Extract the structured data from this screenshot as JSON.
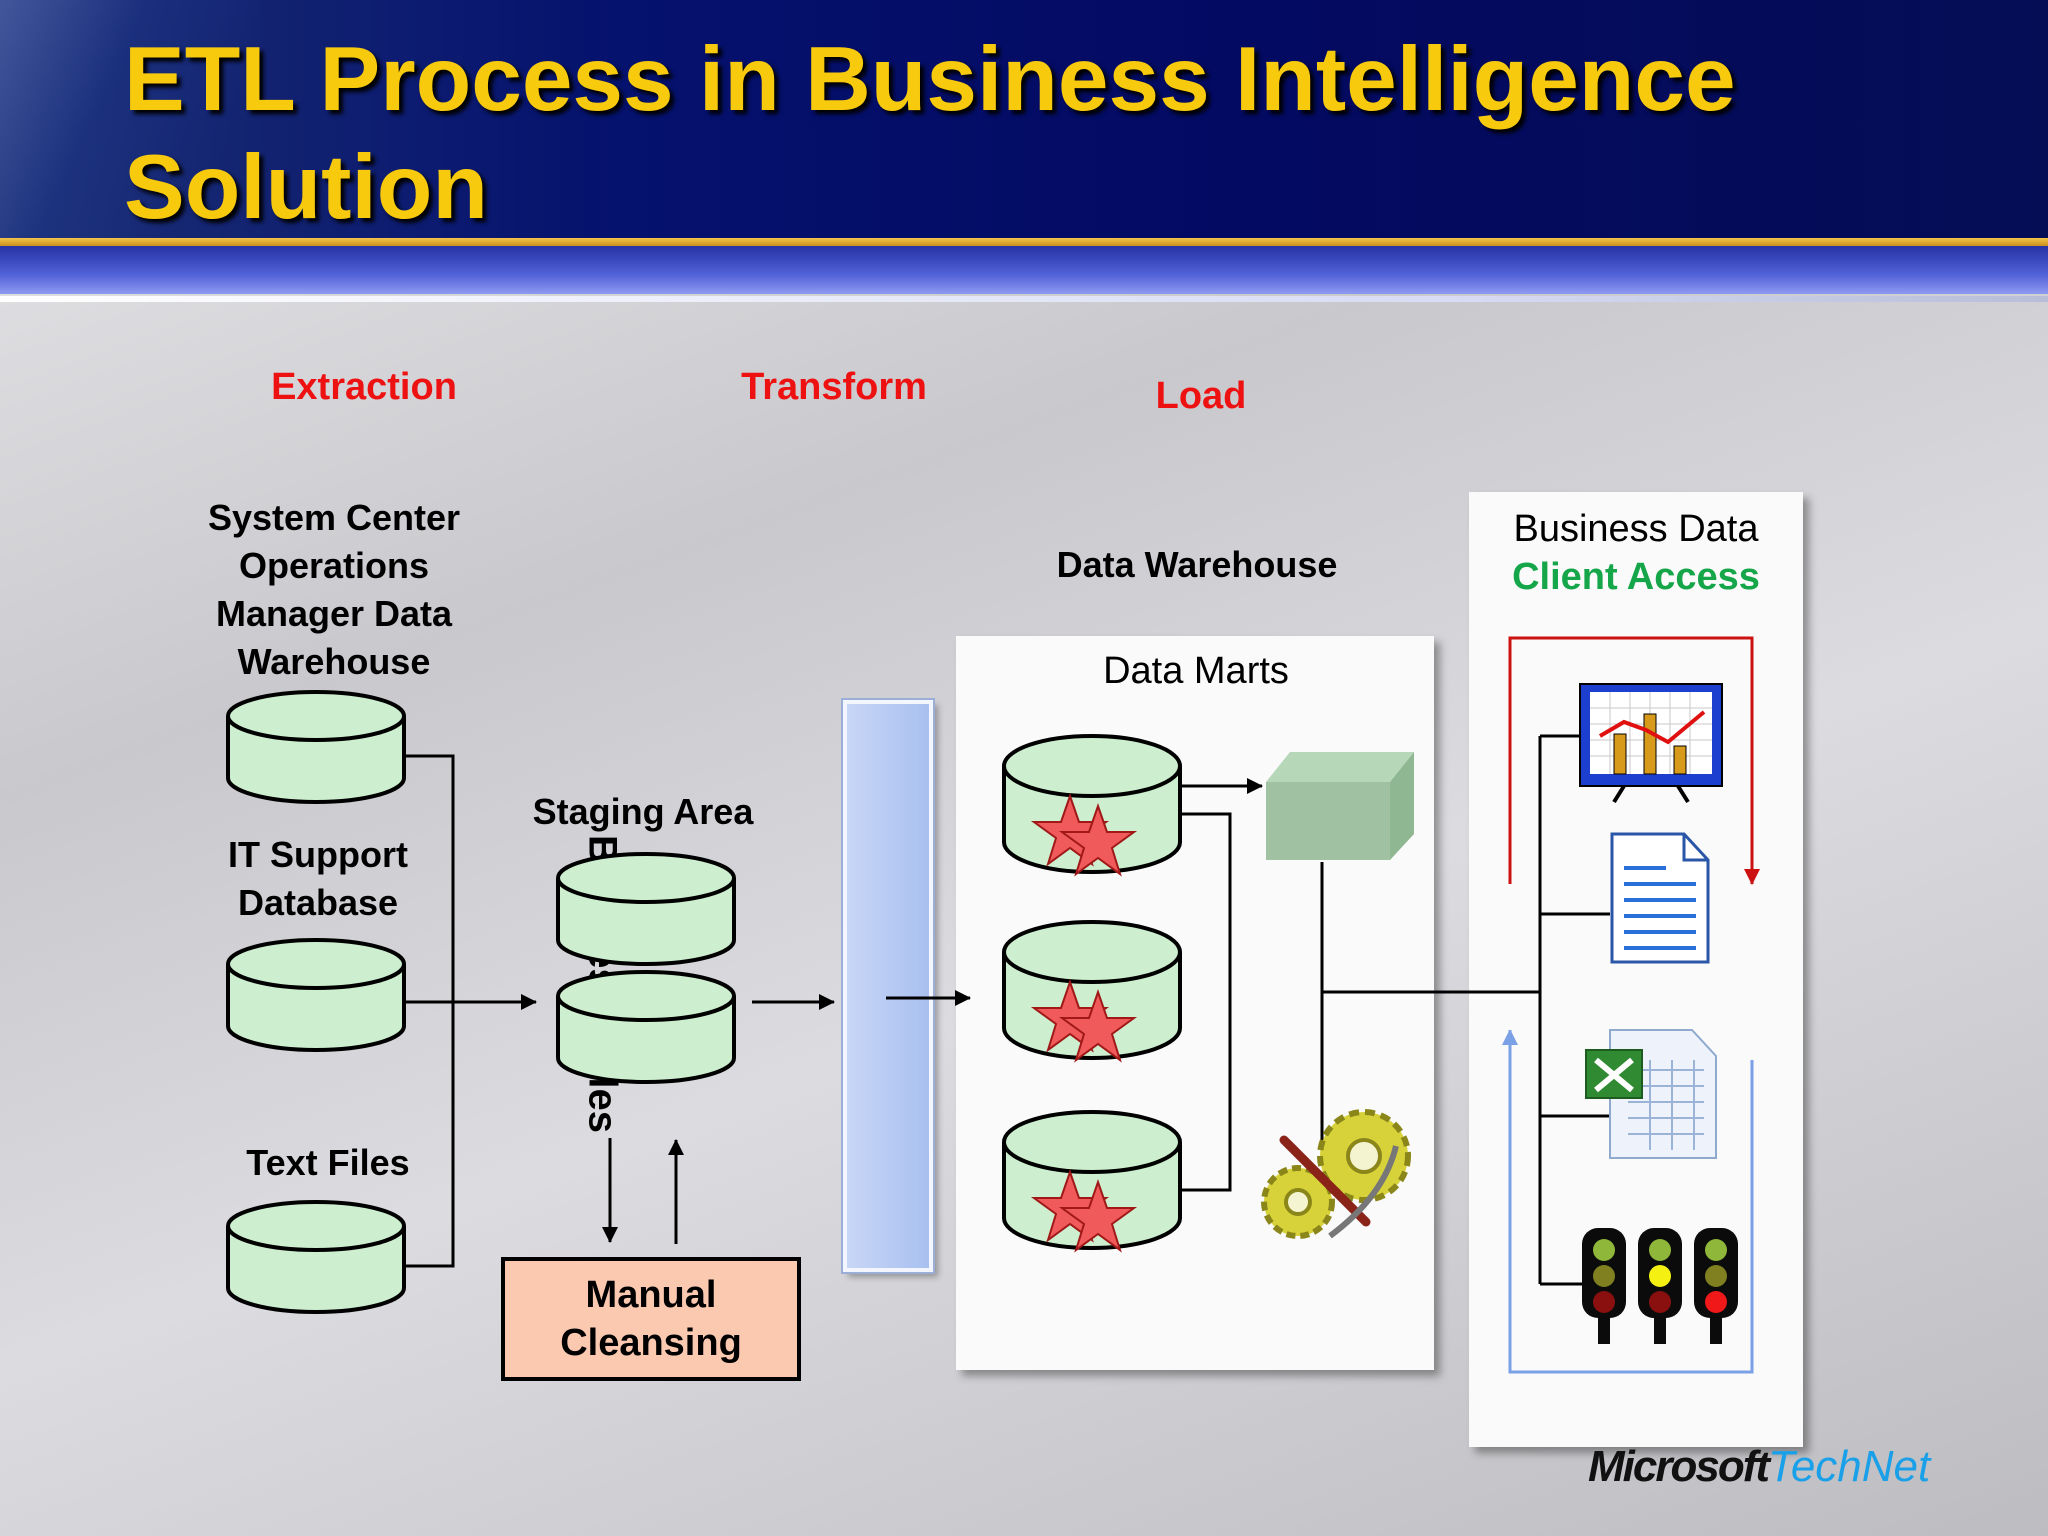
{
  "title": "ETL Process in Business Intelligence Solution",
  "phases": {
    "extraction": "Extraction",
    "transform": "Transform",
    "load": "Load"
  },
  "sources": {
    "scom": "System Center Operations Manager Data Warehouse",
    "it_support": "IT Support Database",
    "text_files": "Text Files"
  },
  "staging": {
    "label": "Staging Area"
  },
  "business_rules": {
    "label": "Business Rules"
  },
  "manual_cleansing": {
    "label": "Manual Cleansing"
  },
  "data_warehouse": {
    "label": "Data Warehouse",
    "data_marts": "Data Marts"
  },
  "client_access": {
    "line1": "Business Data",
    "line2": "Client Access"
  },
  "logo": {
    "microsoft": "Microsoft",
    "technet": "TechNet"
  },
  "icons": [
    "database-icon",
    "star-schema-icon",
    "cube-icon",
    "data-mining-gears-icon",
    "chart-report-icon",
    "document-icon",
    "excel-icon",
    "traffic-light-kpi-icon"
  ],
  "colors": {
    "title": "#f7ca0e",
    "phase": "#ee1111",
    "db_fill": "#cdeecf",
    "client_access": "#15a64a",
    "red_loop": "#cc1111",
    "blue_loop": "#7aa0e6"
  }
}
